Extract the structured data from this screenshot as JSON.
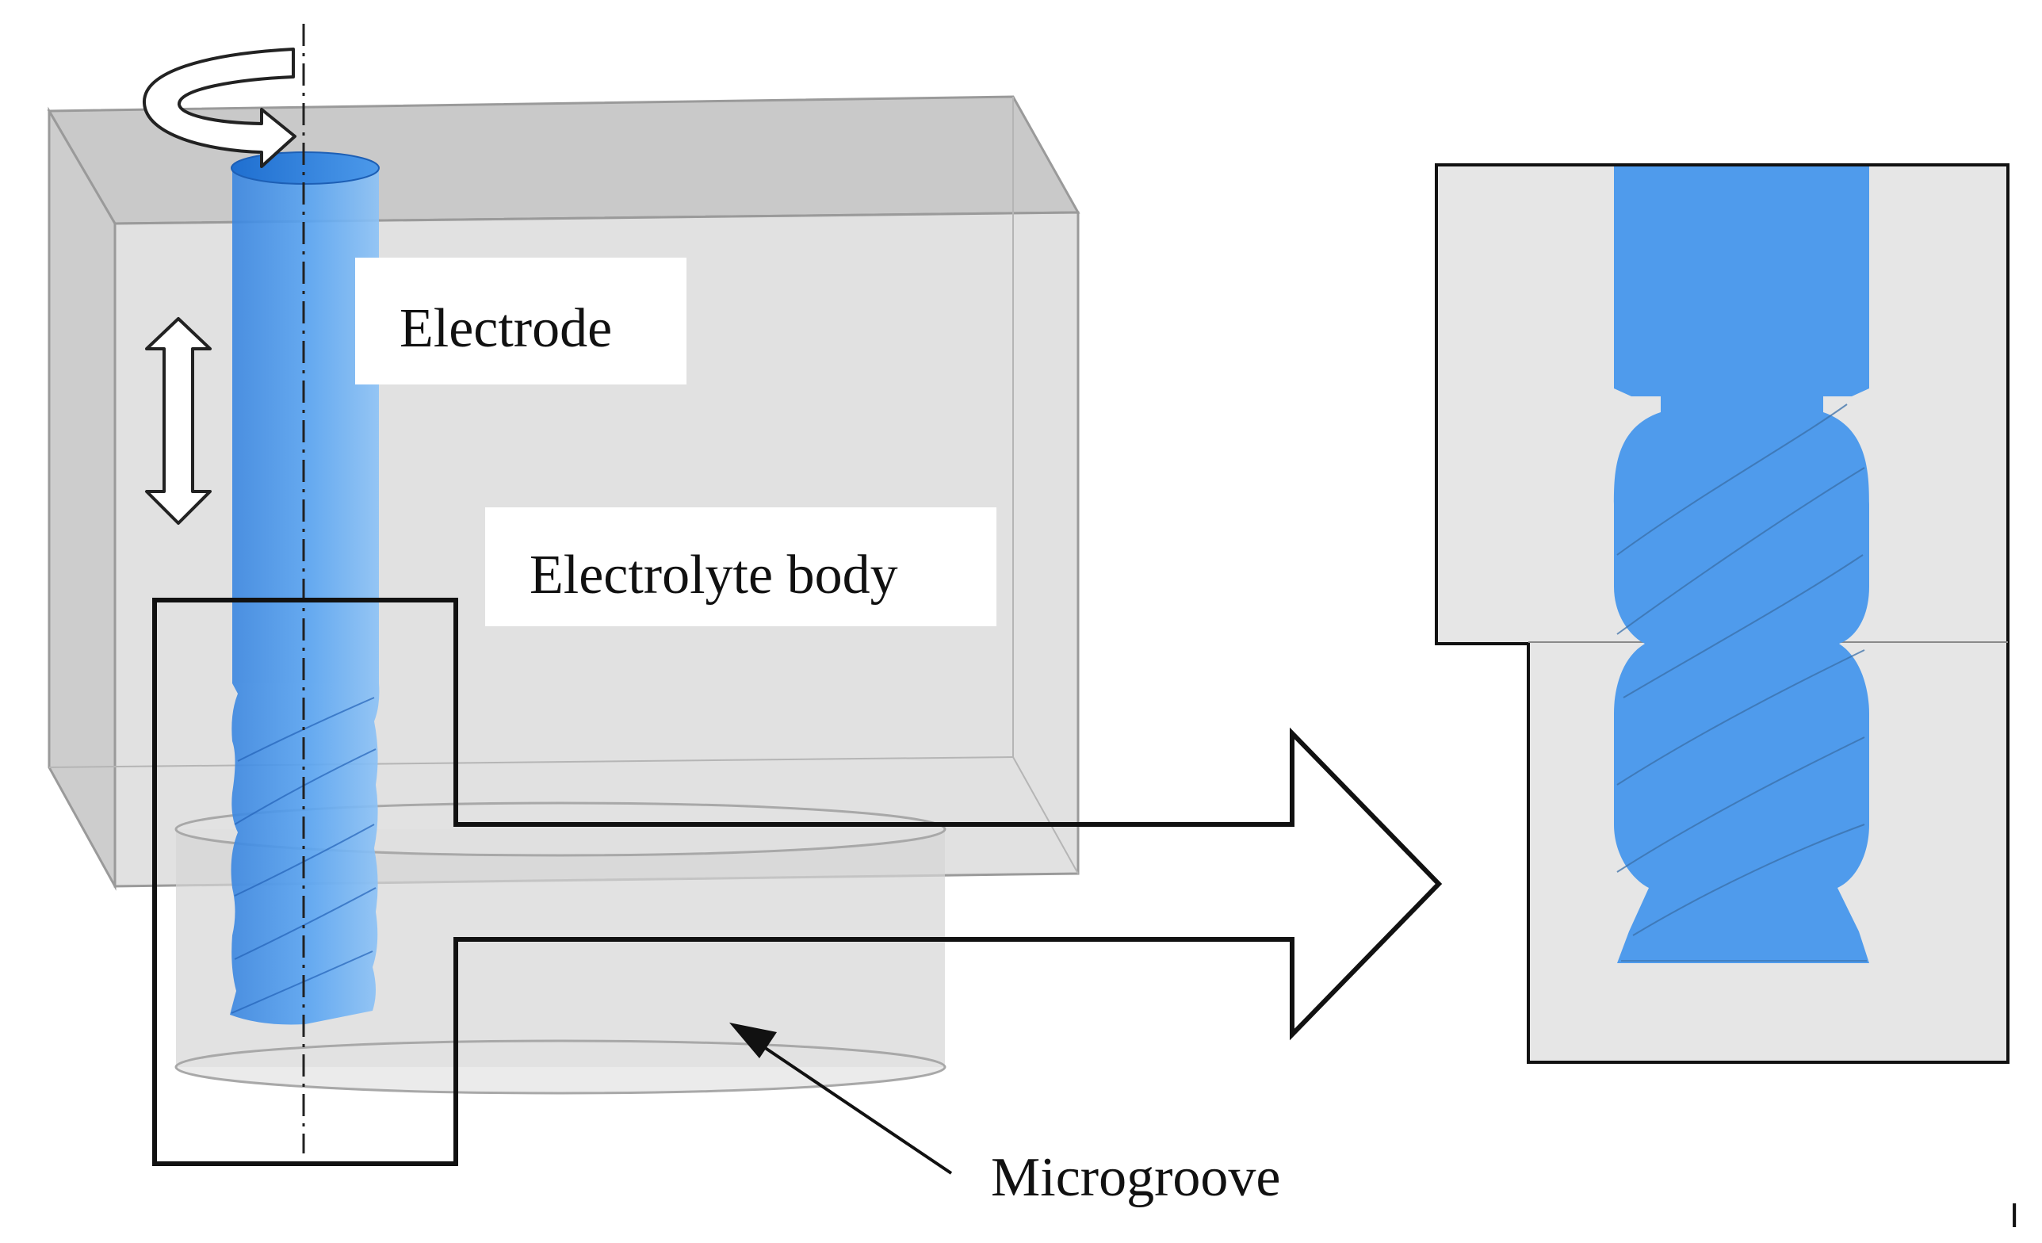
{
  "labels": {
    "electrode": "Electrode",
    "electrolyte_body": "Electrolyte body",
    "microgroove": "Microgroove",
    "corner_mark": "I"
  },
  "colors": {
    "electrode_blue": "#4f9bec",
    "electrode_dark": "#2f7bd6",
    "body_gray": "#d9d9d9",
    "body_top": "#c8c8c8",
    "edge_gray": "#9a9a9a",
    "line_black": "#111111"
  }
}
